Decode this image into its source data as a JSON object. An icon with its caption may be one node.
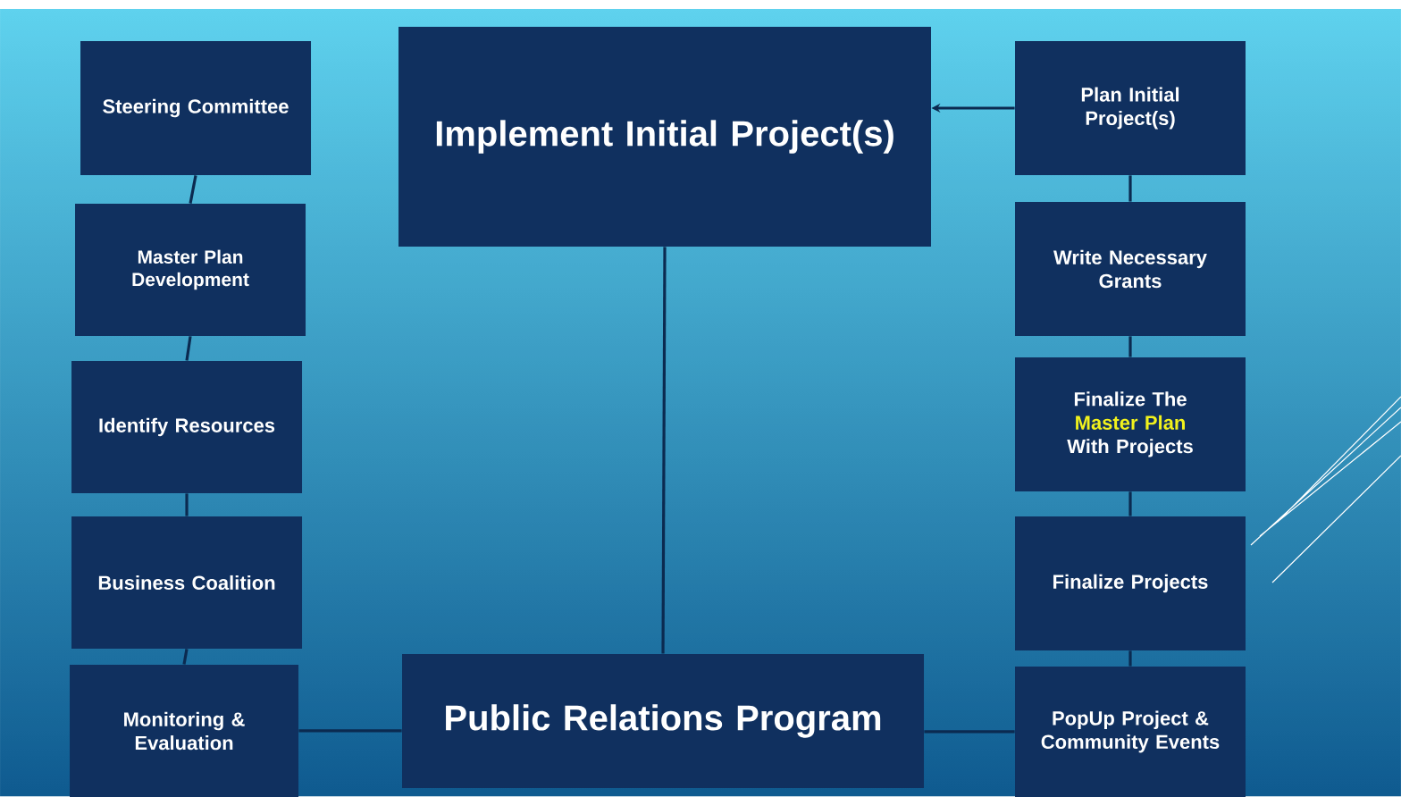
{
  "diagram": {
    "nodes": [
      {
        "text": [
          "Steering Committee"
        ]
      },
      {
        "text": [
          "Master Plan Development"
        ]
      },
      {
        "text": [
          "Identify Resources"
        ]
      },
      {
        "text": [
          "Business Coalition"
        ]
      },
      {
        "text": [
          "Monitoring & Evaluation"
        ]
      },
      {
        "text": [
          "Implement Initial Project(s)"
        ]
      },
      {
        "text": [
          "Public Relations Program"
        ]
      },
      {
        "text": [
          "Plan Initial Project(s)"
        ]
      },
      {
        "text": [
          "Write Necessary Grants"
        ]
      },
      {
        "text": [
          "Finalize The",
          "Master Plan",
          "With Projects"
        ]
      },
      {
        "text": [
          "Finalize Projects"
        ]
      },
      {
        "text": [
          "PopUp Project & Community Events"
        ]
      }
    ],
    "edges": [
      {
        "from": 0,
        "to": 1,
        "arrow": "none"
      },
      {
        "from": 1,
        "to": 2,
        "arrow": "none"
      },
      {
        "from": 2,
        "to": 3,
        "arrow": "none"
      },
      {
        "from": 3,
        "to": 4,
        "arrow": "none"
      },
      {
        "from": 4,
        "to": 6,
        "arrow": "none"
      },
      {
        "from": 5,
        "to": 6,
        "arrow": "none"
      },
      {
        "from": 7,
        "to": 5,
        "arrow": "to"
      },
      {
        "from": 7,
        "to": 8,
        "arrow": "none"
      },
      {
        "from": 8,
        "to": 9,
        "arrow": "none"
      },
      {
        "from": 9,
        "to": 10,
        "arrow": "none"
      },
      {
        "from": 10,
        "to": 11,
        "arrow": "none"
      },
      {
        "from": 11,
        "to": 6,
        "arrow": "none"
      }
    ]
  }
}
